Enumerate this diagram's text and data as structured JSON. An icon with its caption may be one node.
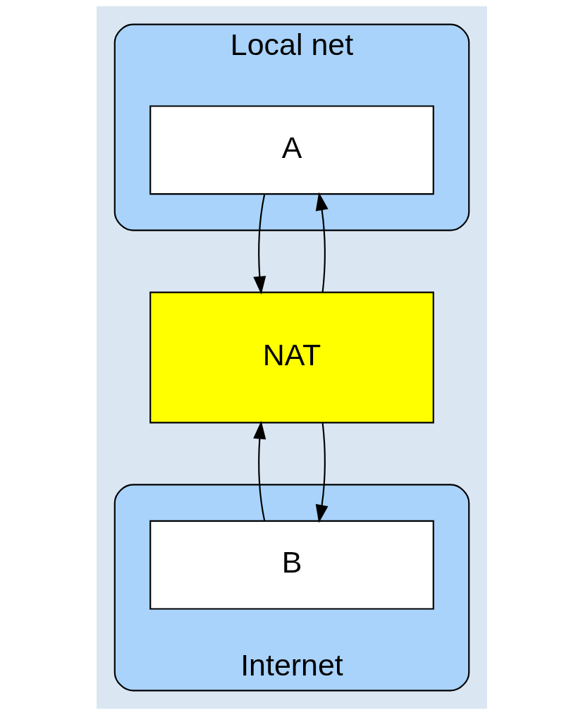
{
  "diagram": {
    "nodes": [
      {
        "text": [
          "Local net"
        ]
      },
      {
        "text": [
          "A"
        ],
        "in": 0
      },
      {
        "text": [
          "NAT"
        ]
      },
      {
        "text": [
          "Internet"
        ]
      },
      {
        "text": [
          "B"
        ],
        "in": 3
      }
    ],
    "edges": [
      {
        "from": 1,
        "to": 2,
        "arrow": "to"
      },
      {
        "from": 2,
        "to": 1,
        "arrow": "to"
      },
      {
        "from": 2,
        "to": 4,
        "arrow": "to"
      },
      {
        "from": 4,
        "to": 2,
        "arrow": "to"
      }
    ]
  }
}
